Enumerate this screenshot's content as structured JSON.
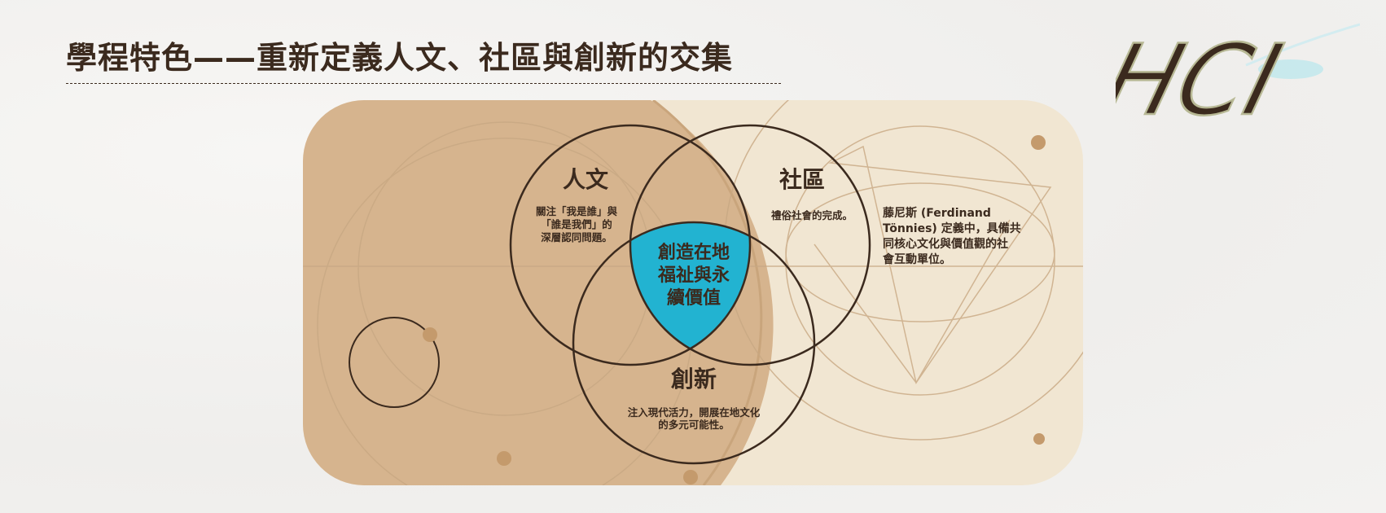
{
  "header": {
    "title": "學程特色——重新定義人文、社區與創新的交集",
    "logo_text": "HCI"
  },
  "venn": {
    "humanities": {
      "title": "人文",
      "desc": [
        "關注「我是誰」與",
        "「誰是我們」的",
        "深層認同問題。"
      ]
    },
    "community": {
      "title": "社區",
      "desc": [
        "禮俗社會的完成。"
      ],
      "note": [
        "藤尼斯 (Ferdinand",
        "Tönnies) 定義中，具備共",
        "同核心文化與價值觀的社",
        "會互動單位。"
      ]
    },
    "innovation": {
      "title": "創新",
      "desc": [
        "注入現代活力，開展在地文化",
        "的多元可能性。"
      ]
    },
    "center": {
      "lines": [
        "創造在地",
        "福祉與永",
        "續價值"
      ]
    }
  },
  "colors": {
    "text": "#3b2a1e",
    "center_fill": "#22b3d1",
    "panel": "#f1e6d2",
    "tan": "#d6b48e"
  }
}
